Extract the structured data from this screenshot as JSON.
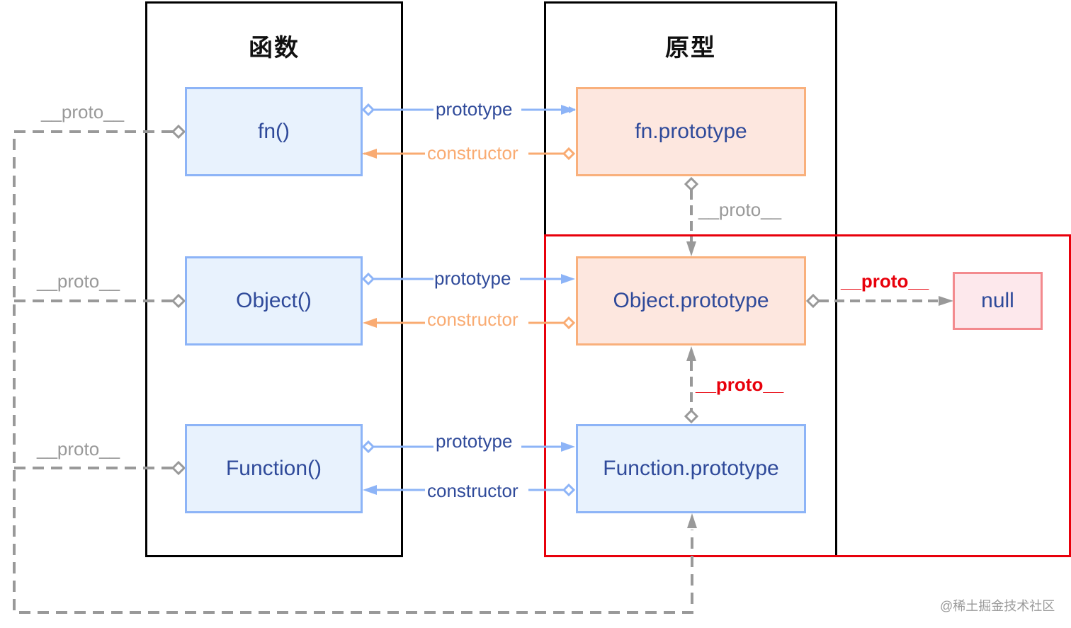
{
  "groups": {
    "functions_title": "函数",
    "prototypes_title": "原型"
  },
  "nodes": {
    "fn": "fn()",
    "object": "Object()",
    "function": "Function()",
    "fn_prototype": "fn.prototype",
    "object_prototype": "Object.prototype",
    "function_prototype": "Function.prototype",
    "null": "null"
  },
  "links": {
    "fn_prototype": "prototype",
    "fn_constructor": "constructor",
    "object_prototype": "prototype",
    "object_constructor": "constructor",
    "function_prototype": "prototype",
    "function_constructor": "constructor",
    "fn_proto": "__proto__",
    "object_proto": "__proto__",
    "function_proto": "__proto__",
    "fnproto_proto": "__proto__",
    "objproto_proto": "__proto__",
    "funcproto_proto": "__proto__"
  },
  "colors": {
    "blue_border": "#8db4f7",
    "orange_border": "#f9b07c",
    "gray_link": "#999999",
    "highlight_red": "#e8000b"
  },
  "watermark": "@稀土掘金技术社区"
}
